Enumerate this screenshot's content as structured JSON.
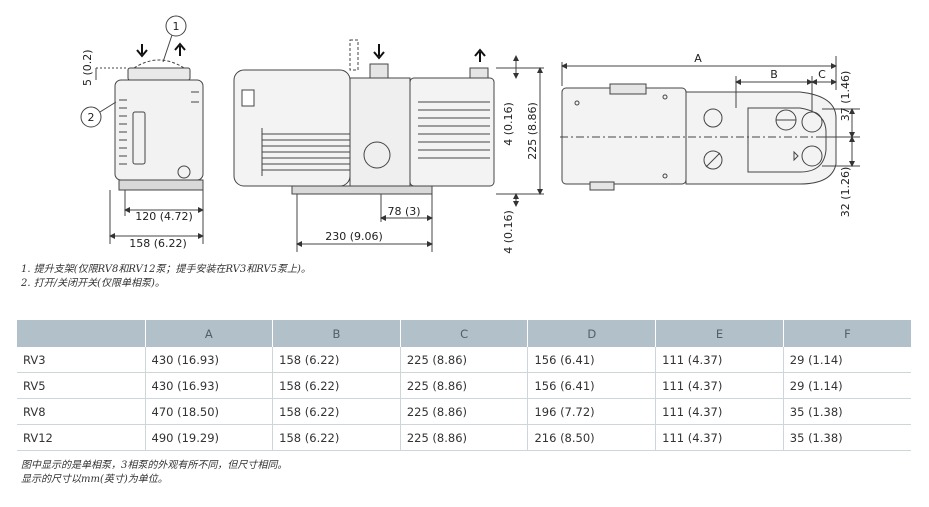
{
  "drawing": {
    "callout_1": "1",
    "callout_2": "2",
    "dim_5": "5 (0.2)",
    "dim_120": "120 (4.72)",
    "dim_158": "158 (6.22)",
    "dim_78": "78 (3)",
    "dim_230": "230 (9.06)",
    "dim_4_top": "4 (0.16)",
    "dim_225": "225 (8.86)",
    "dim_4_bottom": "4 (0.16)",
    "dim_A": "A",
    "dim_B": "B",
    "dim_C": "C",
    "dim_37": "37 (1.46)",
    "dim_32": "32 (1.26)"
  },
  "notes_top": [
    "1. 提升支架(仅限RV8和RV12泵；提手安装在RV3和RV5泵上)。",
    "2. 打开/关闭开关(仅限单相泵)。"
  ],
  "table": {
    "header": [
      "",
      "A",
      "B",
      "C",
      "D",
      "E",
      "F"
    ],
    "rows": [
      [
        "RV3",
        "430 (16.93)",
        "158 (6.22)",
        "225 (8.86)",
        "156 (6.41)",
        "111 (4.37)",
        "29 (1.14)"
      ],
      [
        "RV5",
        "430 (16.93)",
        "158 (6.22)",
        "225 (8.86)",
        "156 (6.41)",
        "111 (4.37)",
        "29 (1.14)"
      ],
      [
        "RV8",
        "470 (18.50)",
        "158 (6.22)",
        "225 (8.86)",
        "196 (7.72)",
        "111 (4.37)",
        "35 (1.38)"
      ],
      [
        "RV12",
        "490 (19.29)",
        "158 (6.22)",
        "225 (8.86)",
        "216 (8.50)",
        "111 (4.37)",
        "35 (1.38)"
      ]
    ]
  },
  "notes_bottom": [
    "图中显示的是单相泵，3相泵的外观有所不同，但尺寸相同。",
    "显示的尺寸以mm(英寸)为单位。"
  ]
}
